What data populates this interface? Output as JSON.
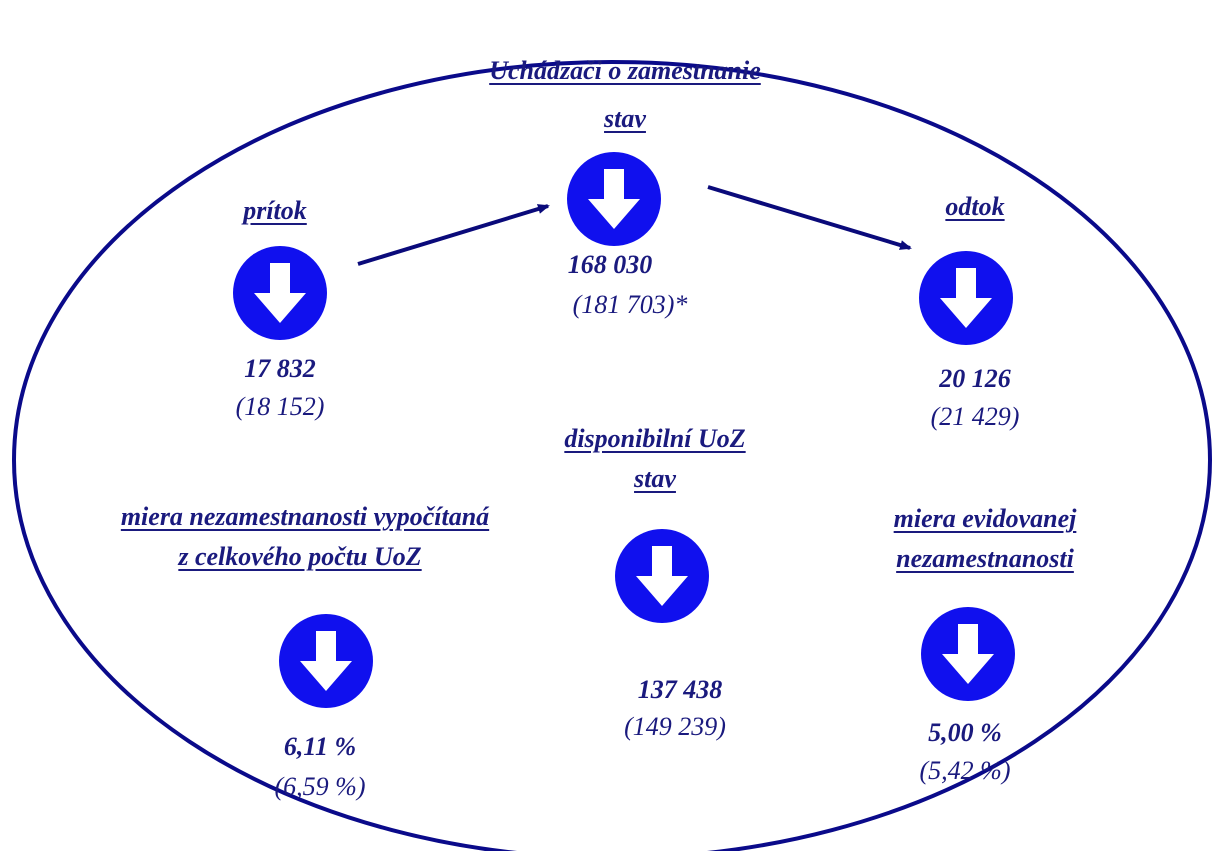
{
  "colors": {
    "ellipse": "#0a0a8a",
    "arrow_circle": "#1010ee",
    "text": "#1a1a7e",
    "connector": "#0a0a7a"
  },
  "nodes": {
    "stav": {
      "title_line1": "Uchádzači o zamestnanie",
      "title_line2": "stav",
      "value": "168 030",
      "previous": "(181 703)*",
      "icon": "arrow-down-circle-icon"
    },
    "pritok": {
      "title": "prítok",
      "value": "17 832",
      "previous": "(18 152)",
      "icon": "arrow-down-circle-icon"
    },
    "odtok": {
      "title": "odtok",
      "value": "20 126",
      "previous": "(21 429)",
      "icon": "arrow-down-circle-icon"
    },
    "disponibilni": {
      "title_line1": "disponibilní UoZ",
      "title_line2": "stav",
      "value": "137 438",
      "previous": "(149 239)",
      "icon": "arrow-down-circle-icon"
    },
    "miera_celkova": {
      "title_line1": "miera nezamestnanosti vypočítaná",
      "title_line2": "z celkového  počtu UoZ",
      "value": "6,11 %",
      "previous": "(6,59 %)",
      "icon": "arrow-down-circle-icon"
    },
    "miera_evidovana": {
      "title_line1": "miera evidovanej",
      "title_line2": "nezamestnanosti",
      "value": "5,00 %",
      "previous": "(5,42 %)",
      "icon": "arrow-down-circle-icon"
    }
  }
}
